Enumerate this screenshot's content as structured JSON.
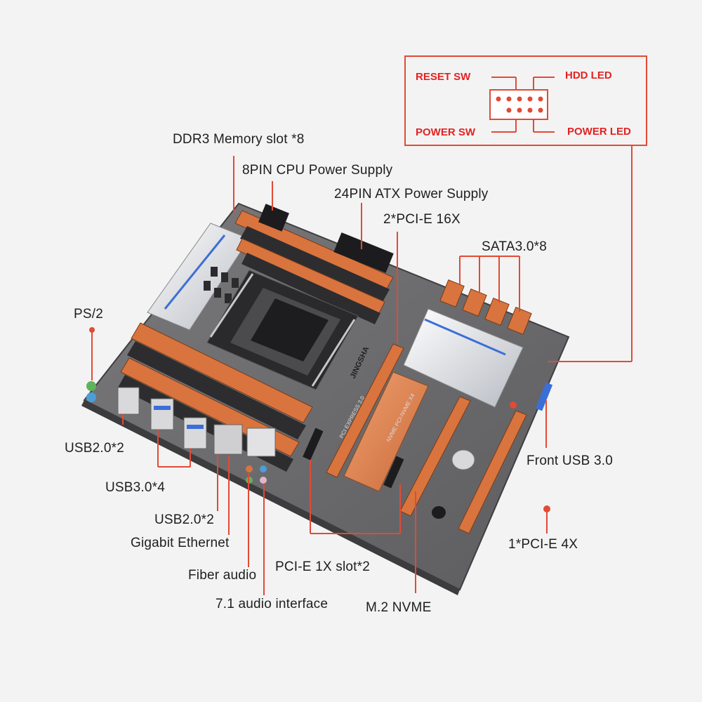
{
  "labels": {
    "ddr3": "DDR3 Memory slot *8",
    "cpu_power": "8PIN CPU Power Supply",
    "atx_power": "24PIN ATX Power Supply",
    "pcie16": "2*PCI-E 16X",
    "sata": "SATA3.0*8",
    "ps2": "PS/2",
    "usb20_a": "USB2.0*2",
    "usb30": "USB3.0*4",
    "usb20_b": "USB2.0*2",
    "ethernet": "Gigabit Ethernet",
    "fiber": "Fiber audio",
    "audio71": "7.1 audio interface",
    "pcie1x": "PCI-E 1X slot*2",
    "m2": "M.2 NVME",
    "front_usb": "Front USB 3.0",
    "pcie4x": "1*PCI-E 4X"
  },
  "panel": {
    "reset": "RESET SW",
    "hdd": "HDD  LED",
    "power_sw": "POWER SW",
    "power_led": "POWER LED"
  },
  "board": {
    "brand": "JINGSHA",
    "pci_text": "PCI EXPRESS 3.0",
    "m2_text": "NVME PCI-NVME X4"
  },
  "colors": {
    "accent": "#e24a35",
    "panel_text": "#e32222",
    "slot_orange": "#d9743e",
    "pcb": "#6e6e70"
  }
}
